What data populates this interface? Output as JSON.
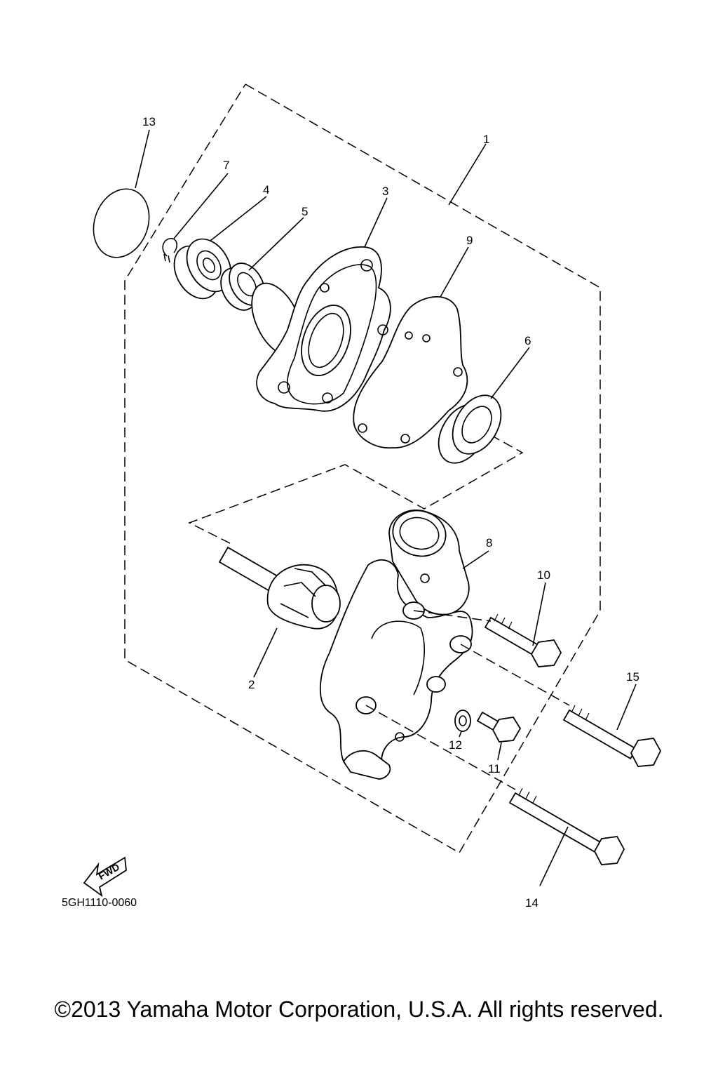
{
  "diagram": {
    "catalog_code": "5GH1110-0060",
    "fwd_label": "FWD",
    "copyright": "©2013 Yamaha Motor Corporation, U.S.A. All rights reserved.",
    "callouts": [
      "1",
      "2",
      "3",
      "4",
      "5",
      "6",
      "7",
      "8",
      "9",
      "10",
      "11",
      "12",
      "13",
      "14",
      "15"
    ]
  }
}
